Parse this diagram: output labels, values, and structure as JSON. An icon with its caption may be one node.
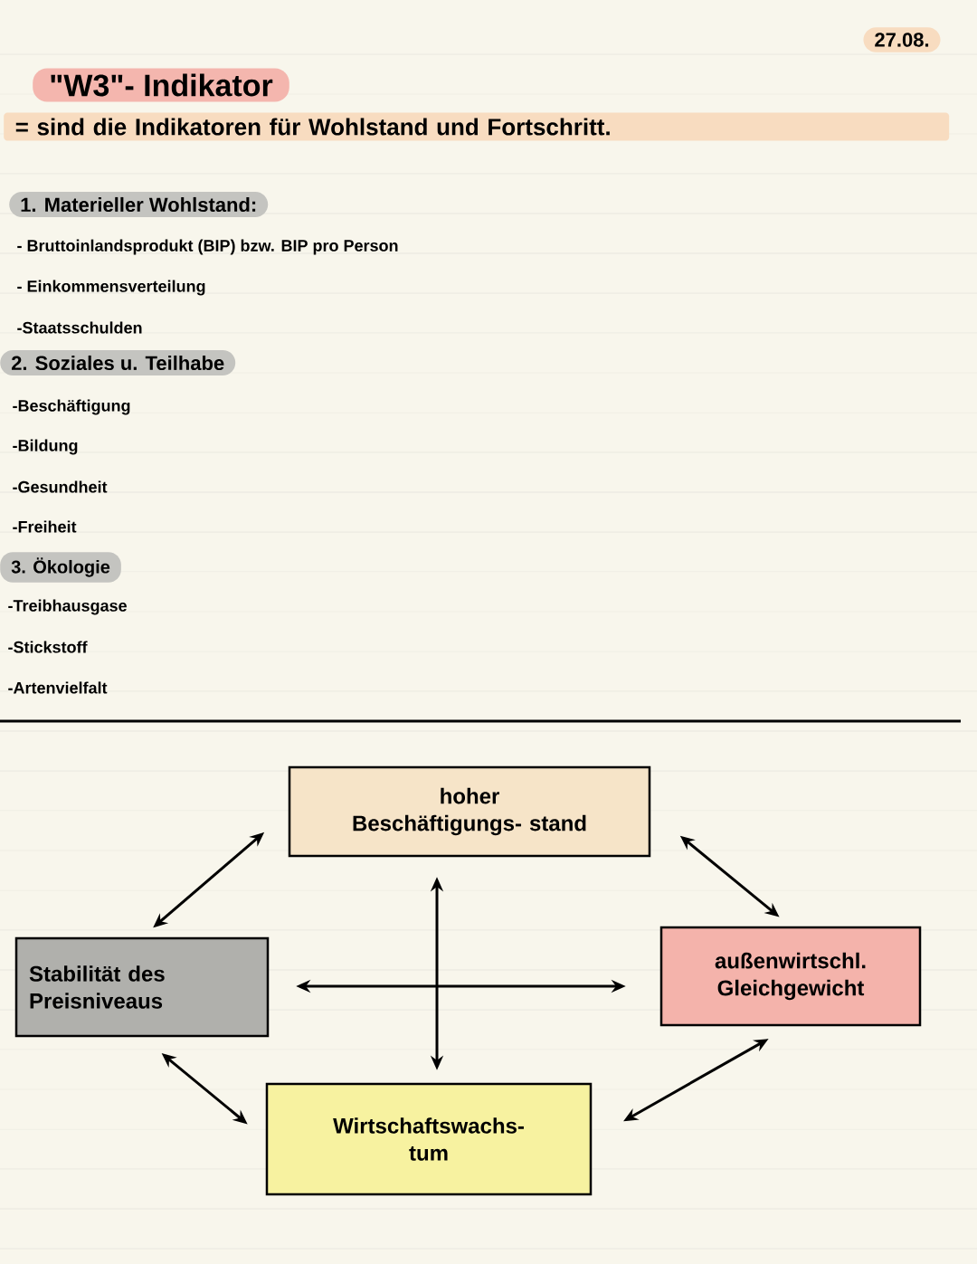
{
  "diagram": {
    "title": "\"W3\"- Indikator",
    "nodes": [
      {
        "text": [
          "hoher Beschäftigungs- stand"
        ]
      },
      {
        "text": [
          "Stabilität des Preisniveaus"
        ]
      },
      {
        "text": [
          "außenwirtschl. Gleichgewicht"
        ]
      },
      {
        "text": [
          "Wirtschaftswachs- tum"
        ]
      }
    ],
    "edges": [
      {
        "from": 0,
        "to": 1,
        "arrow": "both"
      },
      {
        "from": 0,
        "to": 2,
        "arrow": "both"
      },
      {
        "from": 0,
        "to": 3,
        "arrow": "both"
      },
      {
        "from": 1,
        "to": 2,
        "arrow": "both"
      },
      {
        "from": 1,
        "to": 3,
        "arrow": "both"
      },
      {
        "from": 3,
        "to": 2,
        "arrow": "both"
      }
    ],
    "labels": [
      "27.08.",
      "= sind die Indikatoren für Wohlstand und Fortschritt.",
      "1. Materieller Wohlstand:",
      "- Bruttoinlandsprodukt (BIP) bzw. BIP pro Person",
      "- Einkommensverteilung",
      "-Staatsschulden",
      "2. Soziales u. Teilhabe",
      "-Beschäftigung",
      "-Bildung",
      "-Gesundheit",
      "-Freiheit",
      "3. Ökologie",
      "-Treibhausgase",
      "-Stickstoff",
      "-Artenvielfalt"
    ]
  }
}
